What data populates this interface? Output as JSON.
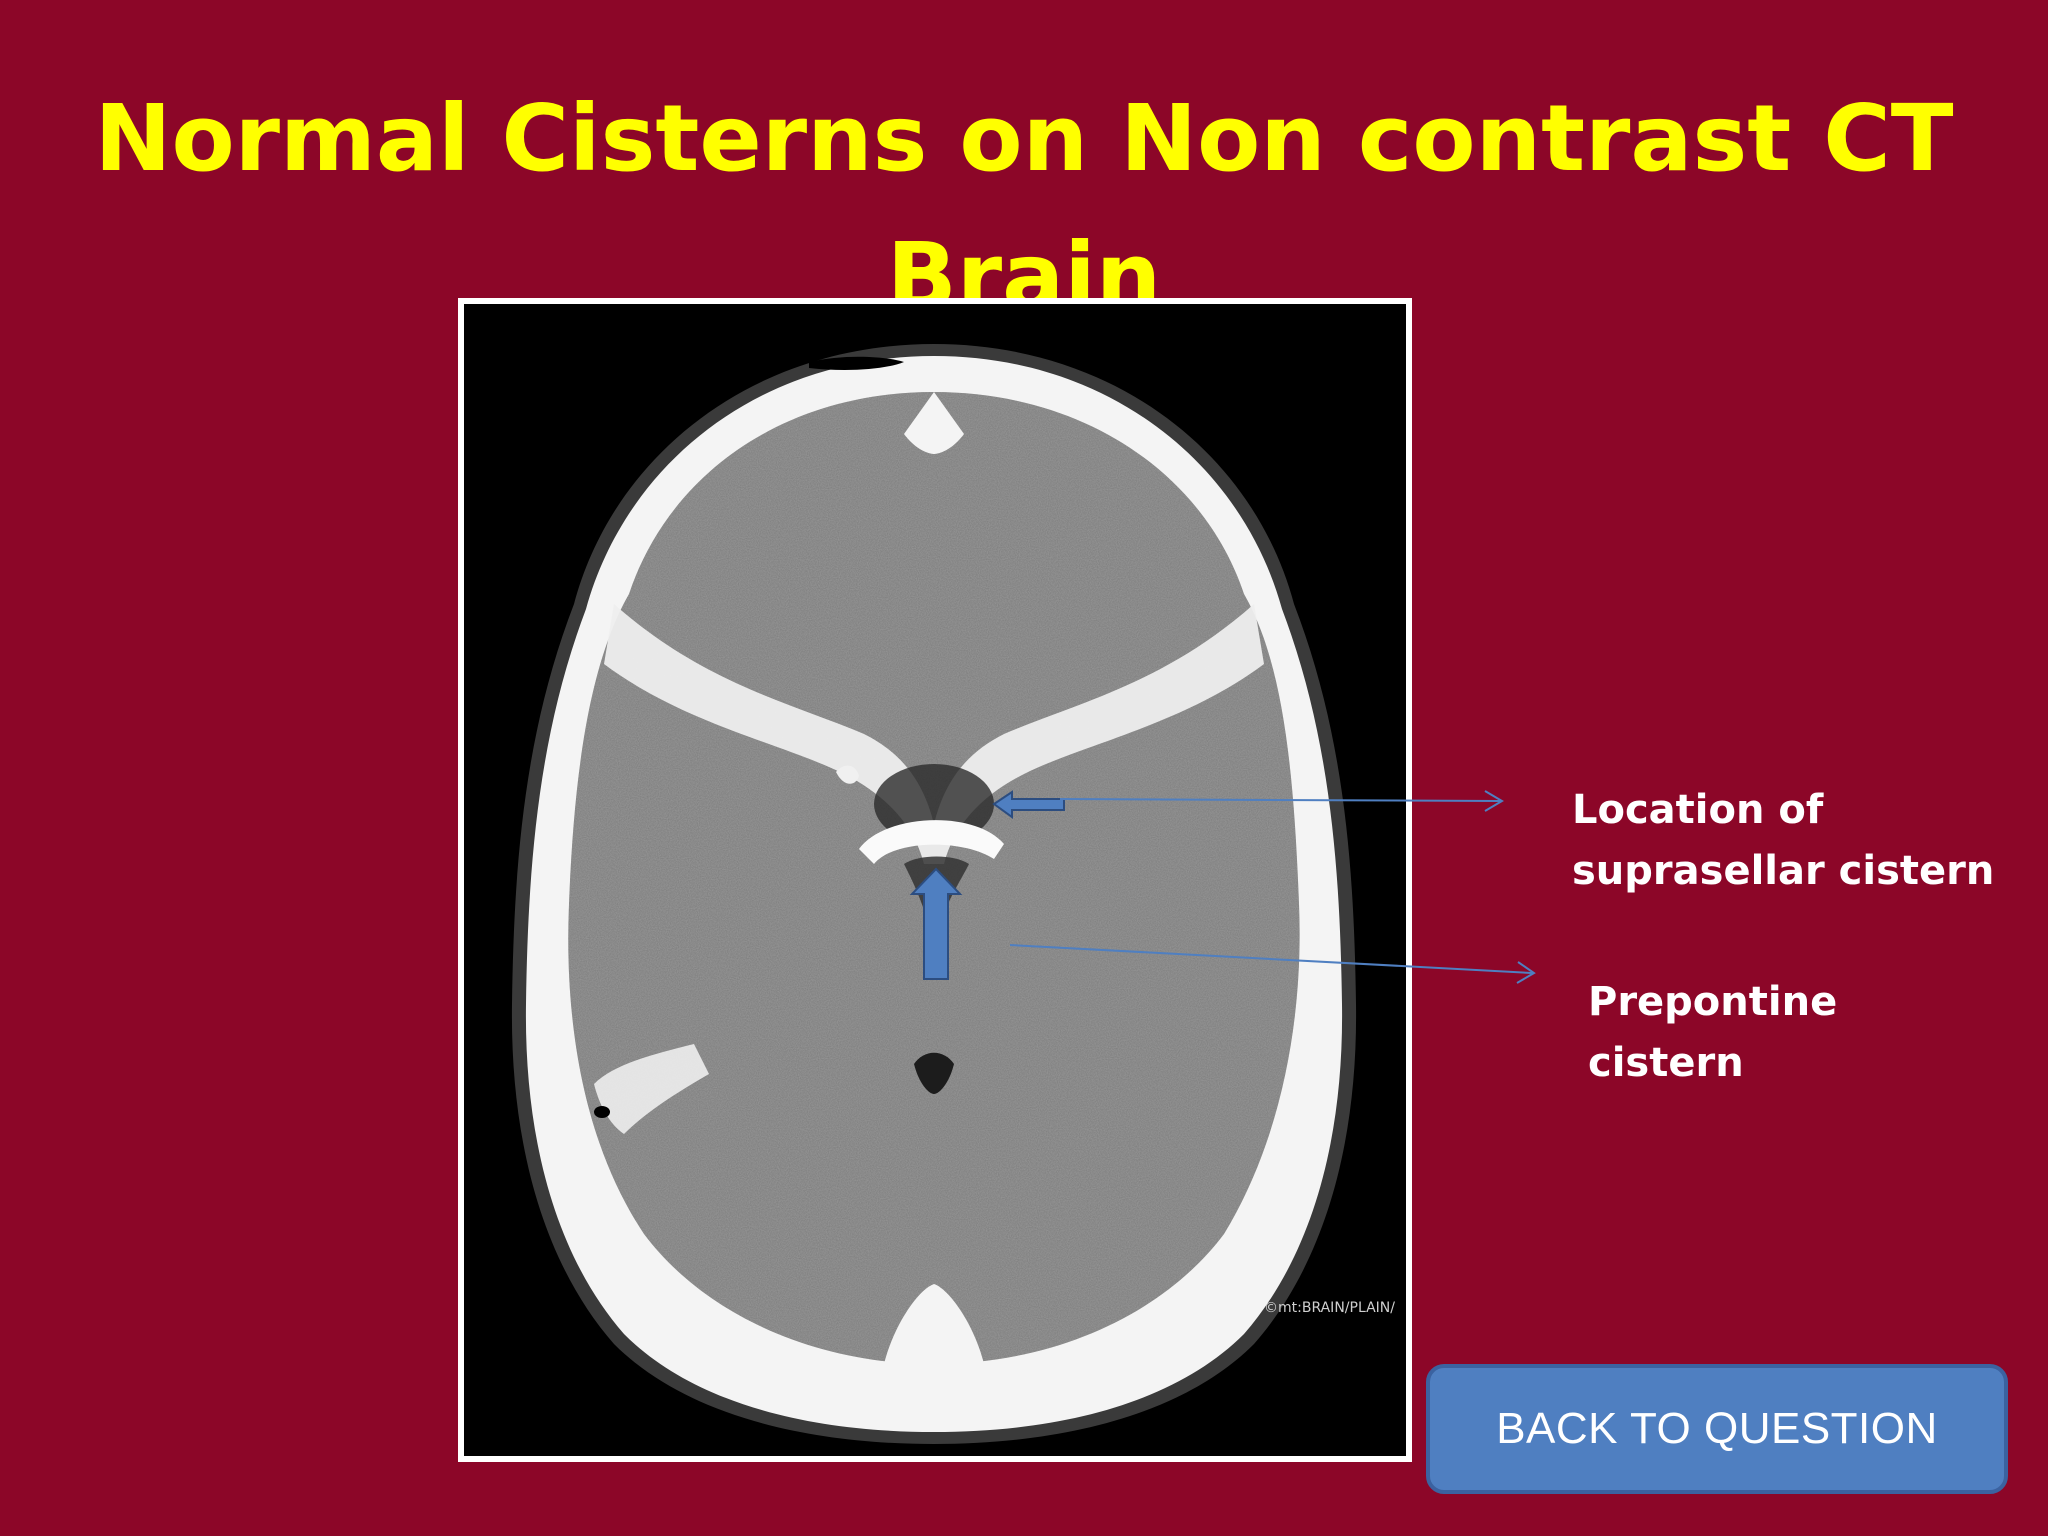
{
  "slide": {
    "title_line1": "Normal Cisterns on  Non contrast CT",
    "title_line2": "Brain",
    "background_color": "#8c0628",
    "title_color": "#ffff00"
  },
  "image": {
    "watermark": "©mt:BRAIN/PLAIN/"
  },
  "annotations": {
    "suprasellar_line1": "Location of",
    "suprasellar_line2": "suprasellar cistern",
    "prepontine_line1": "Prepontine",
    "prepontine_line2": "cistern",
    "arrow_color": "#4f7fc1"
  },
  "navigation": {
    "back_label": "BACK TO QUESTION",
    "button_color": "#4f7fc1"
  }
}
